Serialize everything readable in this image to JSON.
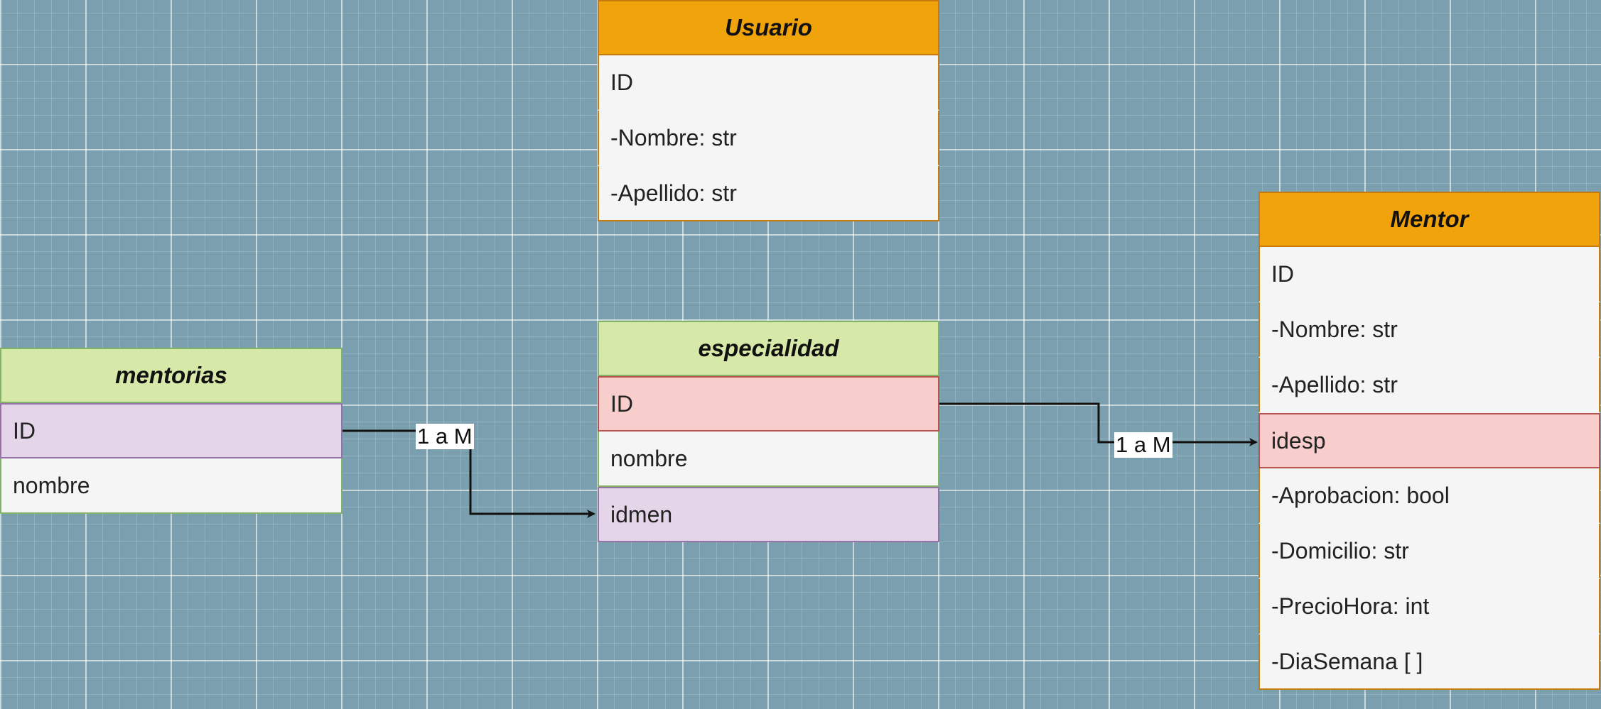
{
  "entities": {
    "usuario": {
      "title": "Usuario",
      "fields": [
        "ID",
        "-Nombre: str",
        "-Apellido: str"
      ]
    },
    "especialidad": {
      "title": "especialidad",
      "fields": [
        "ID",
        "nombre",
        "idmen"
      ]
    },
    "mentorias": {
      "title": "mentorias",
      "fields": [
        "ID",
        "nombre"
      ]
    },
    "mentor": {
      "title": "Mentor",
      "fields": [
        "ID",
        "-Nombre: str",
        "-Apellido: str",
        "idesp",
        "-Aprobacion: bool",
        "-Domicilio: str",
        "-PrecioHora: int",
        "-DiaSemana [ ]"
      ]
    }
  },
  "relations": [
    {
      "label": "1 a M"
    },
    {
      "label": "1 a M"
    }
  ],
  "colors": {
    "canvas": "#7a9faf",
    "orange_header": "#f0a30a",
    "green_header": "#d7e9a9",
    "pk_fill": "#f8cecc",
    "fk_fill": "#e4d5e8",
    "row_fill": "#f5f5f5"
  }
}
